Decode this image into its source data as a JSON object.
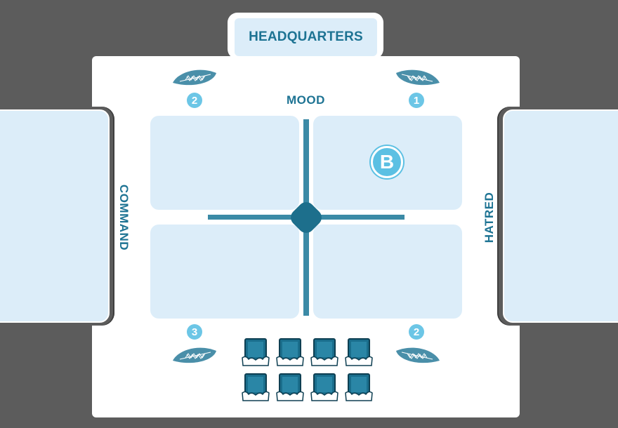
{
  "board": {
    "headquarters_label": "HEADQUARTERS",
    "mood_label": "MOOD",
    "command_label": "COMMAND",
    "hatred_label": "HATRED"
  },
  "corners": [
    {
      "id": "top-left",
      "number": "2"
    },
    {
      "id": "top-right",
      "number": "1"
    },
    {
      "id": "bottom-left",
      "number": "3"
    },
    {
      "id": "bottom-right",
      "number": "2"
    }
  ],
  "marker": {
    "letter": "B"
  },
  "soldiers": {
    "count": 8
  },
  "colors": {
    "accent": "#1d7393",
    "panel": "#dcedf9",
    "badge": "#6cc6e6",
    "background": "#5c5c5c"
  },
  "icons": {
    "leaf": "leaf-token-icon",
    "soldier": "soldier-figure-icon"
  }
}
